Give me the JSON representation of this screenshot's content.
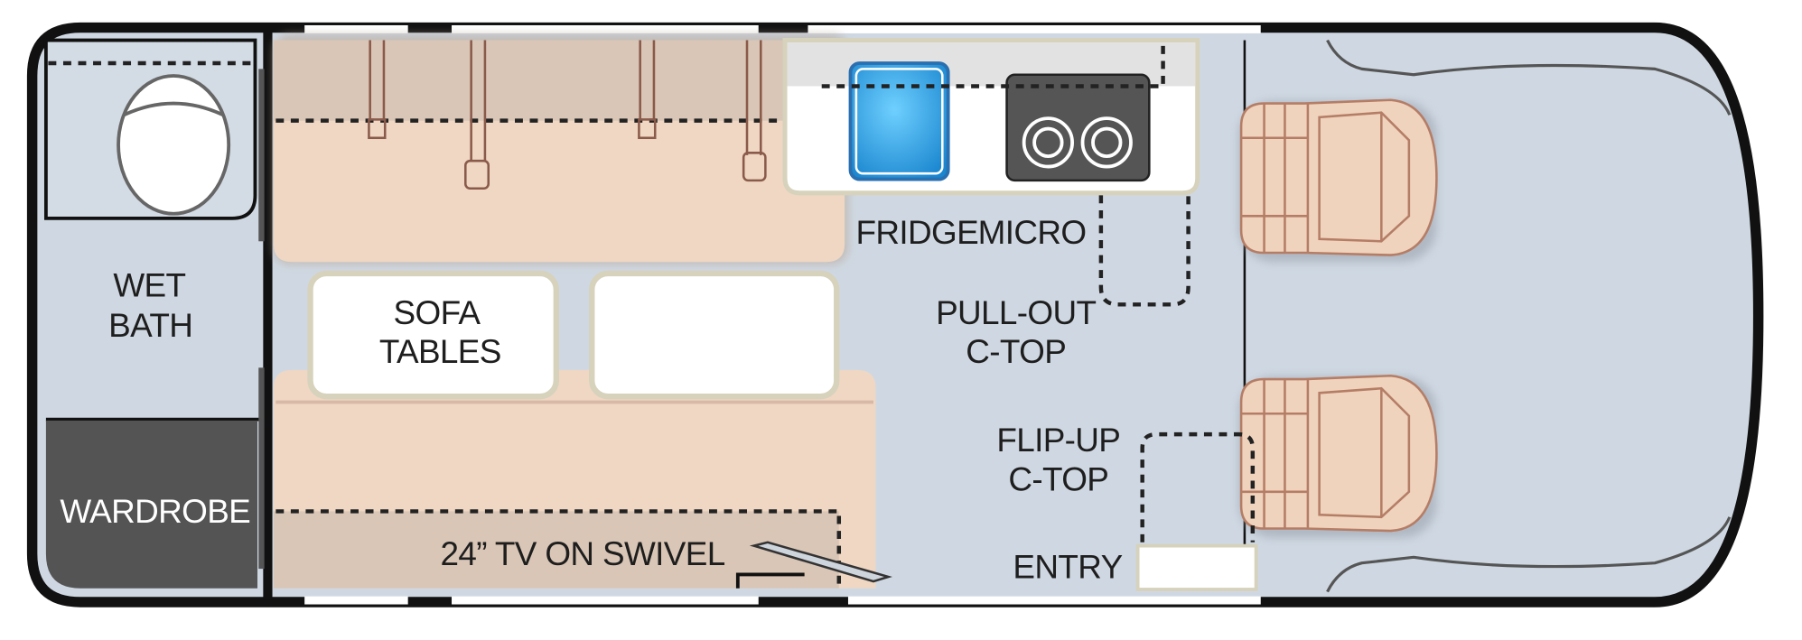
{
  "labels": {
    "wet_bath": [
      "WET",
      "BATH"
    ],
    "wardrobe": "WARDROBE",
    "sofa_tables": [
      "SOFA",
      "TABLES"
    ],
    "tv": "24” TV ON SWIVEL",
    "fridge": "FRIDGE",
    "micro": "MICRO",
    "pull_out": [
      "PULL-OUT",
      "C-TOP"
    ],
    "flip_up": [
      "FLIP-UP",
      "C-TOP"
    ],
    "entry": "ENTRY"
  },
  "colors": {
    "floor": "#cfd8e2",
    "wall": "#111111",
    "sofa": "#efd7c3",
    "sofa_shadow": "#d9c6b6",
    "wardrobe": "#545454",
    "fridge": "#2fa6e6",
    "cooktop": "#555555"
  }
}
